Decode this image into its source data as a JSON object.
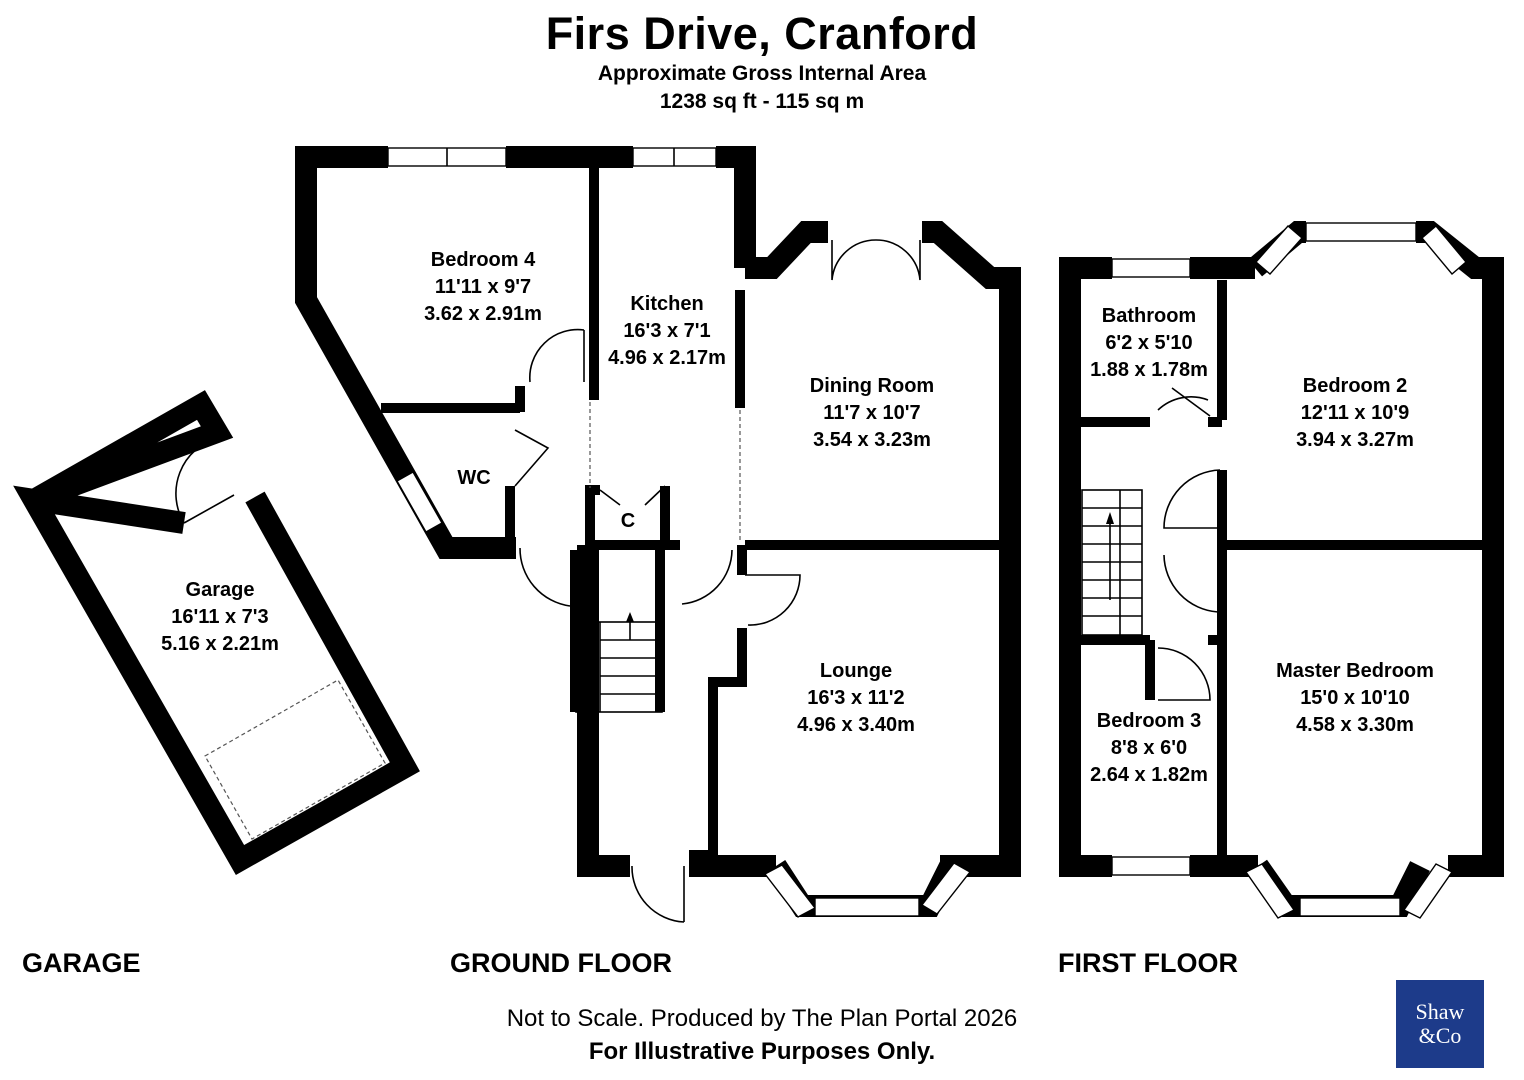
{
  "header": {
    "title": "Firs Drive, Cranford",
    "area_label": "Approximate Gross Internal Area",
    "area_value": "1238 sq ft - 115 sq m"
  },
  "rooms": {
    "bedroom4": {
      "name": "Bedroom 4",
      "imperial": "11'11 x 9'7",
      "metric": "3.62 x 2.91m"
    },
    "kitchen": {
      "name": "Kitchen",
      "imperial": "16'3 x 7'1",
      "metric": "4.96 x 2.17m"
    },
    "dining": {
      "name": "Dining Room",
      "imperial": "11'7 x 10'7",
      "metric": "3.54 x 3.23m"
    },
    "wc": {
      "name": "WC"
    },
    "cupboard": {
      "name": "C"
    },
    "lounge": {
      "name": "Lounge",
      "imperial": "16'3 x 11'2",
      "metric": "4.96 x 3.40m"
    },
    "garage": {
      "name": "Garage",
      "imperial": "16'11 x 7'3",
      "metric": "5.16 x 2.21m"
    },
    "bathroom": {
      "name": "Bathroom",
      "imperial": "6'2 x 5'10",
      "metric": "1.88 x 1.78m"
    },
    "bedroom2": {
      "name": "Bedroom 2",
      "imperial": "12'11 x 10'9",
      "metric": "3.94 x 3.27m"
    },
    "bedroom3": {
      "name": "Bedroom 3",
      "imperial": "8'8 x 6'0",
      "metric": "2.64 x 1.82m"
    },
    "master": {
      "name": "Master Bedroom",
      "imperial": "15'0 x 10'10",
      "metric": "4.58 x 3.30m"
    }
  },
  "floor_labels": {
    "garage": "GARAGE",
    "ground": "GROUND FLOOR",
    "first": "FIRST FLOOR"
  },
  "footer": {
    "line1": "Not to Scale. Produced by The Plan Portal 2026",
    "line2": "For Illustrative Purposes Only."
  },
  "logo": {
    "line1": "Shaw",
    "line2": "&Co",
    "color": "#1d3b8a"
  }
}
